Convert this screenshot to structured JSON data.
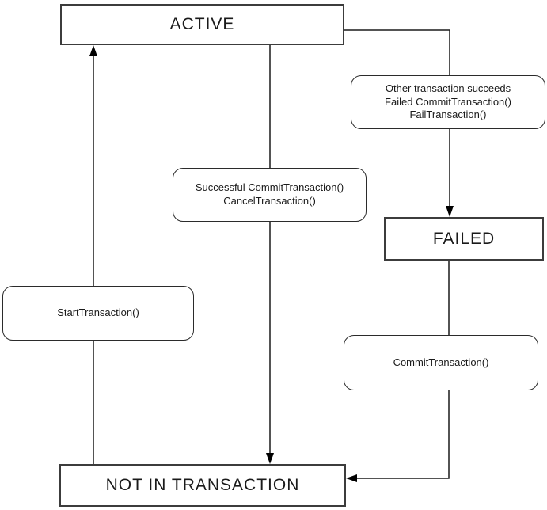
{
  "diagram": {
    "type": "state-transition-diagram",
    "colors": {
      "background": "#ffffff",
      "box_fill": "#ffffff",
      "box_stroke": "#3c3c3c",
      "line_stroke": "#1a1a1a",
      "text": "#1a1a1a"
    },
    "states": [
      {
        "id": "active",
        "label": "ACTIVE"
      },
      {
        "id": "failed",
        "label": "FAILED"
      },
      {
        "id": "not_in_transaction",
        "label": "NOT IN TRANSACTION"
      }
    ],
    "transitions": [
      {
        "id": "active_to_failed",
        "from": "ACTIVE",
        "to": "FAILED",
        "lines": [
          "Other transaction succeeds",
          "Failed CommitTransaction()",
          "FailTransaction()"
        ]
      },
      {
        "id": "active_to_not_in_transaction",
        "from": "ACTIVE",
        "to": "NOT IN TRANSACTION",
        "lines": [
          "Successful CommitTransaction()",
          "CancelTransaction()"
        ]
      },
      {
        "id": "not_in_transaction_to_active",
        "from": "NOT IN TRANSACTION",
        "to": "ACTIVE",
        "lines": [
          "StartTransaction()"
        ]
      },
      {
        "id": "failed_to_not_in_transaction",
        "from": "FAILED",
        "to": "NOT IN TRANSACTION",
        "lines": [
          "CommitTransaction()"
        ]
      }
    ]
  }
}
